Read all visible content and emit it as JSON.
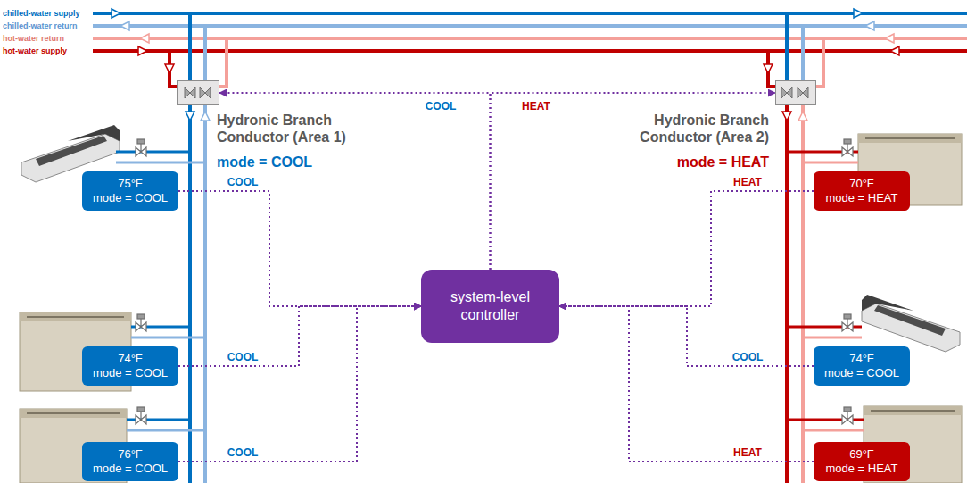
{
  "diagram": {
    "nodes": [
      {
        "text": [
          "Hydronic Branch Conductor (Area 1)",
          "mode = COOL"
        ]
      },
      {
        "text": [
          "Hydronic Branch Conductor (Area 2)",
          "mode = HEAT"
        ]
      },
      {
        "text": [
          "75°F",
          "mode = COOL"
        ]
      },
      {
        "text": [
          "70°F",
          "mode = HEAT"
        ]
      },
      {
        "text": [
          "system-level controller"
        ]
      },
      {
        "text": [
          "74°F",
          "mode = COOL"
        ]
      },
      {
        "text": [
          "74°F",
          "mode = COOL"
        ]
      },
      {
        "text": [
          "76°F",
          "mode = COOL"
        ]
      },
      {
        "text": [
          "69°F",
          "mode = HEAT"
        ]
      }
    ],
    "edges": [
      {
        "from": 4,
        "to": 0,
        "arrow": "to",
        "label": "COOL"
      },
      {
        "from": 4,
        "to": 1,
        "arrow": "to",
        "label": "HEAT"
      },
      {
        "from": 2,
        "to": 4,
        "arrow": "to",
        "label": "COOL"
      },
      {
        "from": 3,
        "to": 4,
        "arrow": "to",
        "label": "HEAT"
      },
      {
        "from": 5,
        "to": 4,
        "arrow": "to",
        "label": "COOL"
      },
      {
        "from": 6,
        "to": 4,
        "arrow": "to",
        "label": "COOL"
      },
      {
        "from": 7,
        "to": 4,
        "arrow": "to",
        "label": "COOL"
      },
      {
        "from": 8,
        "to": 4,
        "arrow": "to",
        "label": "HEAT"
      }
    ],
    "labels": [
      "chilled-water supply",
      "chilled-water return",
      "hot-water return",
      "hot-water supply"
    ]
  }
}
